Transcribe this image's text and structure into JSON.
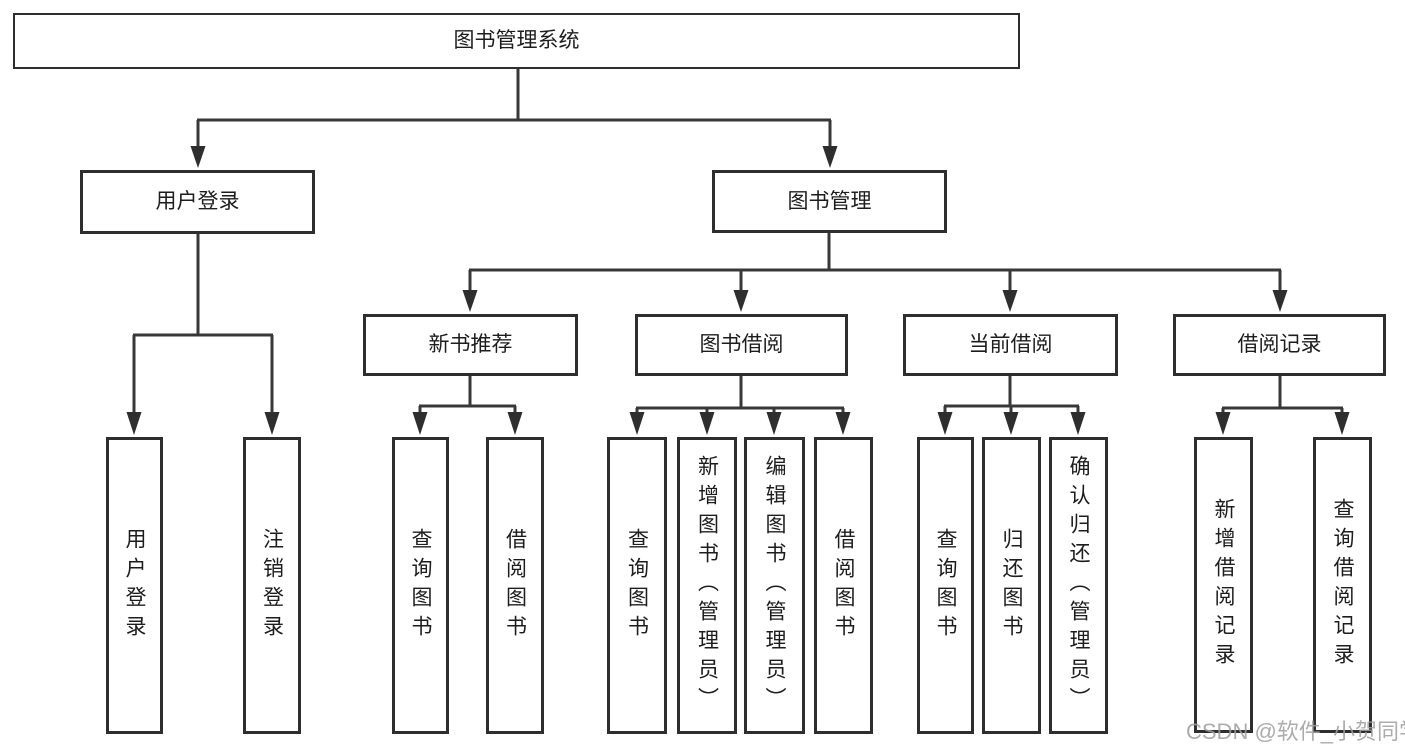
{
  "tree": {
    "label": "图书管理系统",
    "children": [
      {
        "label": "用户登录",
        "children": [
          {
            "label": "用户登录"
          },
          {
            "label": "注销登录"
          }
        ]
      },
      {
        "label": "图书管理",
        "children": [
          {
            "label": "新书推荐",
            "children": [
              {
                "label": "查询图书"
              },
              {
                "label": "借阅图书"
              }
            ]
          },
          {
            "label": "图书借阅",
            "children": [
              {
                "label": "查询图书"
              },
              {
                "label": "新增图书（管理员）"
              },
              {
                "label": "编辑图书（管理员）"
              },
              {
                "label": "借阅图书"
              }
            ]
          },
          {
            "label": "当前借阅",
            "children": [
              {
                "label": "查询图书"
              },
              {
                "label": "归还图书"
              },
              {
                "label": "确认归还（管理员）"
              }
            ]
          },
          {
            "label": "借阅记录",
            "children": [
              {
                "label": "新增借阅记录"
              },
              {
                "label": "查询借阅记录"
              }
            ]
          }
        ]
      }
    ]
  },
  "watermark": {
    "text": "CSDN @软件_小贺同学"
  },
  "colors": {
    "background": "#ffffff",
    "box_border": "#2e2e2e",
    "connector": "#383838",
    "text": "#1d1d1d",
    "watermark": "#9e9e9e"
  }
}
